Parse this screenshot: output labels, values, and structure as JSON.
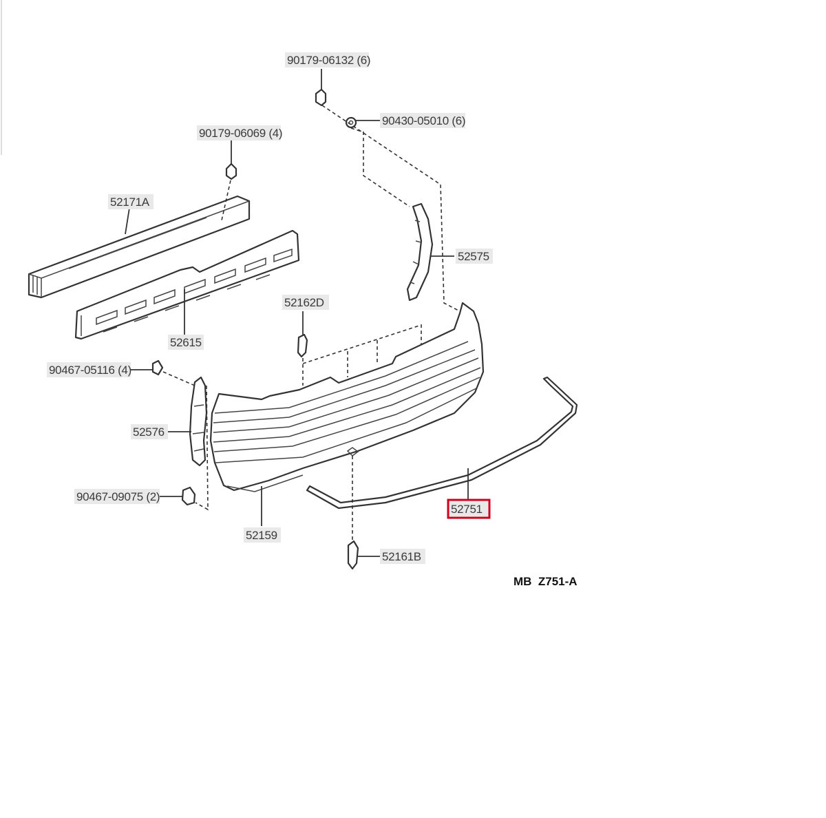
{
  "parts": {
    "bolt_top": "90179-06132 (6)",
    "washer_top": "90430-05010 (6)",
    "nut_left": "90179-06069 (4)",
    "reinforcement": "52171A",
    "absorber": "52615",
    "retainer_right": "52575",
    "clip_upper": "52162D",
    "clip_left_small": "90467-05116 (4)",
    "retainer_left": "52576",
    "clip_left_lower": "90467-09075 (2)",
    "bumper_cover": "52159",
    "moulding": "52751",
    "clip_bottom": "52161B"
  },
  "highlighted_part": "52751",
  "diagram_code": "MB  Z751-A",
  "colors": {
    "highlight": "#d0021b",
    "line": "#333333",
    "label_bg": "#e9e9e9"
  }
}
